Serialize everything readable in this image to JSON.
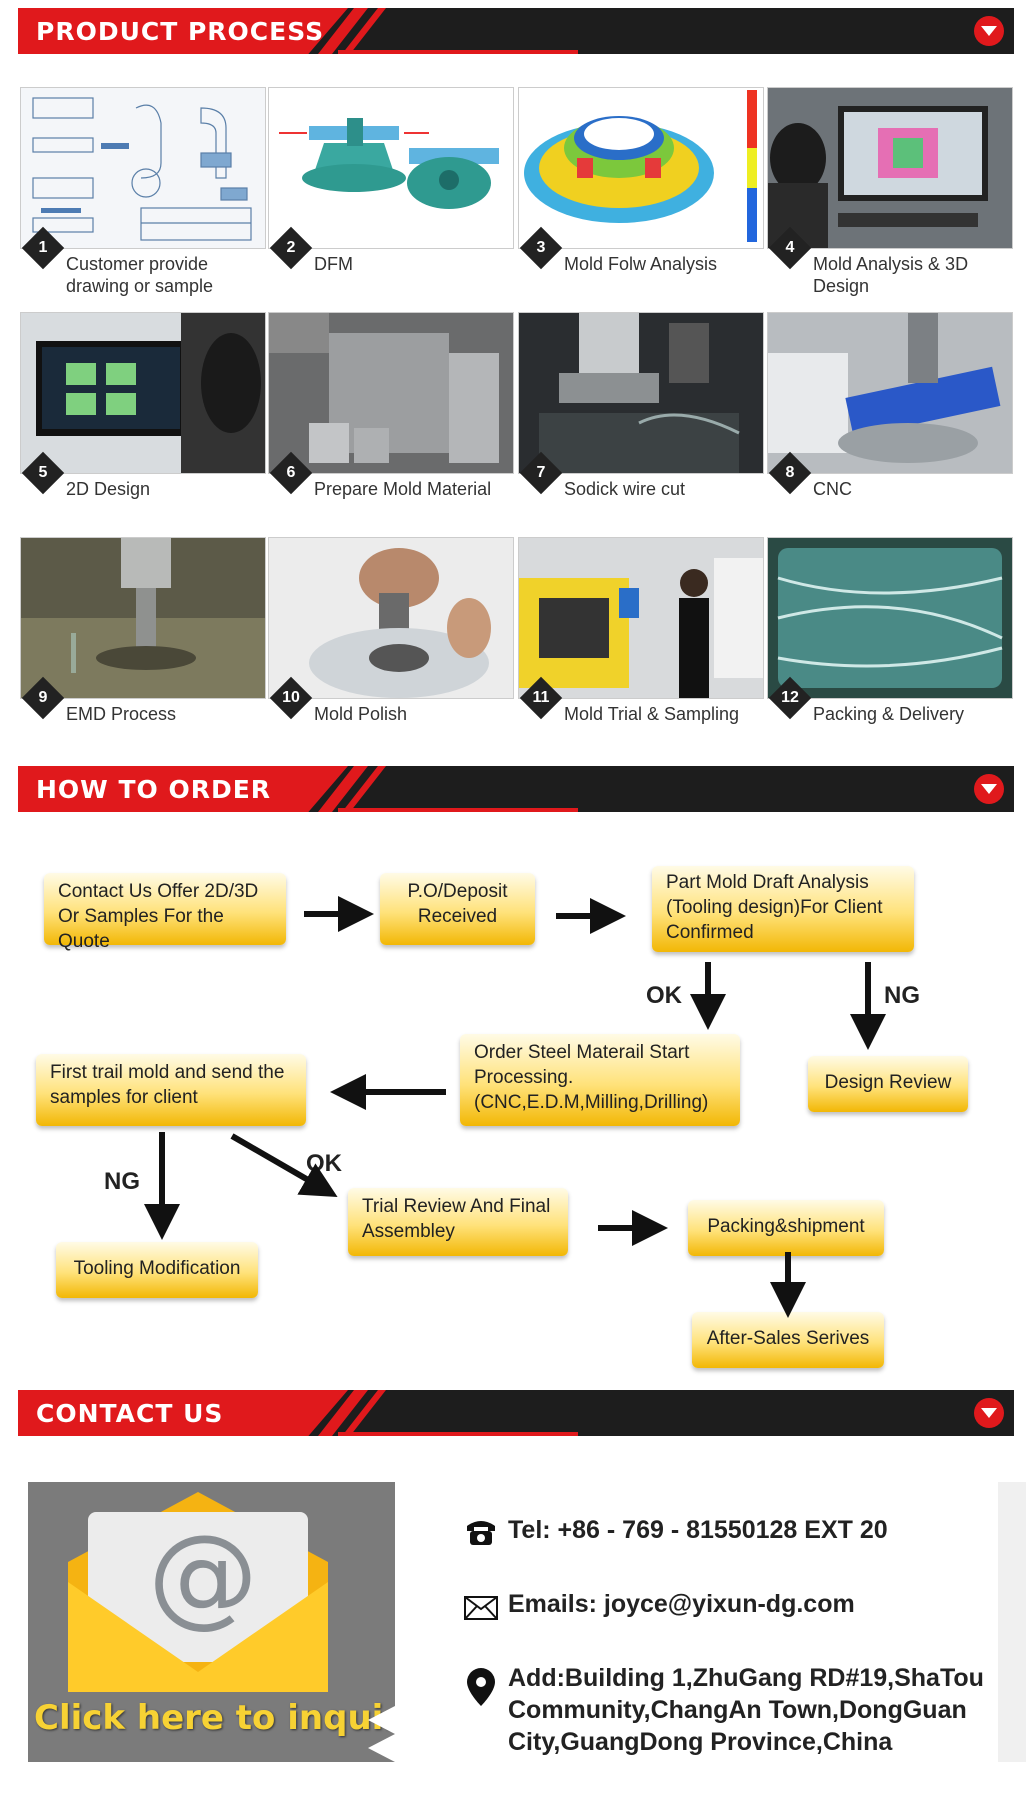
{
  "sections": {
    "process": "PRODUCT PROCESS",
    "order": "HOW TO ORDER",
    "contact": "CONTACT US"
  },
  "steps": [
    {
      "num": "1",
      "label": "Customer provide drawing or sample"
    },
    {
      "num": "2",
      "label": "DFM"
    },
    {
      "num": "3",
      "label": "Mold Folw Analysis"
    },
    {
      "num": "4",
      "label": "Mold Analysis & 3D Design"
    },
    {
      "num": "5",
      "label": "2D Design"
    },
    {
      "num": "6",
      "label": "Prepare Mold Material"
    },
    {
      "num": "7",
      "label": "Sodick wire cut"
    },
    {
      "num": "8",
      "label": "CNC"
    },
    {
      "num": "9",
      "label": "EMD Process"
    },
    {
      "num": "10",
      "label": "Mold Polish"
    },
    {
      "num": "11",
      "label": "Mold Trial & Sampling"
    },
    {
      "num": "12",
      "label": "Packing & Delivery"
    }
  ],
  "flow": {
    "contact": "Contact Us Offer 2D/3D Or Samples For the Quote",
    "deposit": "P.O/Deposit Received",
    "draft": "Part Mold Draft Analysis (Tooling design)For Client Confirmed",
    "design_review": "Design Review",
    "order_steel": "Order Steel Materail Start Processing.(CNC,E.D.M,Milling,Drilling)",
    "first_trail": "First trail mold and send the samples for client",
    "tooling_mod": "Tooling Modification",
    "trial_review": "Trial Review And Final Assembley",
    "packing": "Packing&shipment",
    "after_sales": "After-Sales Serives",
    "ok1": "OK",
    "ng1": "NG",
    "ng2": "NG",
    "ok2": "OK"
  },
  "contact": {
    "inquiry": "Click here to inquiry",
    "at": "@",
    "tel": "Tel: +86 - 769 - 81550128 EXT 20",
    "email": "Emails: joyce@yixun-dg.com",
    "address": "Add:Building 1,ZhuGang RD#19,ShaTou Community,ChangAn Town,DongGuan City,GuangDong Province,China"
  }
}
